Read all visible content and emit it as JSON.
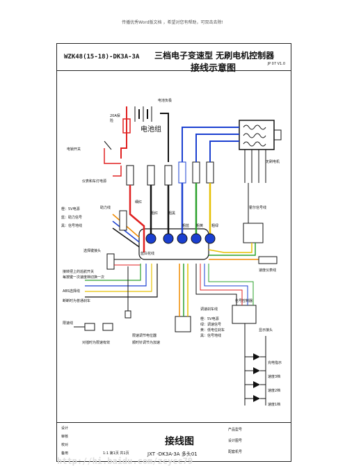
{
  "header_note": "传播优秀Word版文档 ，希望对您有帮助，可双击去除!",
  "title_block": {
    "model": "WZK48(15-18)-DK3A-3A",
    "title_cn": "三档电子变速型  无刷电机控制器",
    "subtitle": "接线示意图",
    "version": "JP 07 V1.0"
  },
  "labels": {
    "power_lock": "电池负极",
    "battery": "电池组",
    "fuse": "20A保险",
    "key_switch": "电锁开关",
    "meter_light": "仪表和车灯电源",
    "motor": "无刷电机",
    "hall": "霍尔信号线",
    "left_top": [
      "橙：5V电源",
      "蓝：助力信号",
      "黑：信号地线"
    ],
    "assist": "助力线",
    "gear_select": "选择键接头",
    "cruise": "接转把上的巡航开关",
    "cruise2": "每按键一次速度档切换一次",
    "abs": "ABS选择线",
    "brake_cut": "断断时为普通刹车",
    "speed_limit": "限速线",
    "speed_limit_note": "对插时为限速有效",
    "speed_meter": "速度仪表线",
    "brake_head": "调速刹车线",
    "brake_desc": [
      "橙：5V电源",
      "绿：调速信号",
      "黄：低电位刹车",
      "黑：信号地线"
    ],
    "indicator": "显示接头",
    "led_charge": "充电指示",
    "led3": "速度3档",
    "led2": "速度2档",
    "led1": "速度1档",
    "self_learn": "蓝白花线",
    "pot": "限速调节电位器",
    "pot_note": "顺时针调节为加速",
    "wire_red": "粗红",
    "wire_black": "粗黑",
    "wire_thin_red": "细红",
    "wire_green": "粗绿",
    "wire_yellow": "粗黄",
    "wire_blue": "粗蓝",
    "sig_box": "信号控制器"
  },
  "footer": {
    "rows_left": [
      "设计",
      "审核",
      "校对",
      "备用"
    ],
    "drawing": "接线图",
    "code": "JXT -DK3A-3A  多头01",
    "right_rows": [
      "产品型号",
      "设计图号",
      "配套机号"
    ],
    "scale": "1:1  第1页 共1页"
  },
  "watermark": "http://hi.baidu.com/zcycc79",
  "colors": {
    "red": "#e02020",
    "black": "#111111",
    "blue": "#1a3fd0",
    "green": "#2aa02a",
    "yellow": "#e6c000",
    "orange": "#f08a00",
    "grey": "#888888"
  }
}
